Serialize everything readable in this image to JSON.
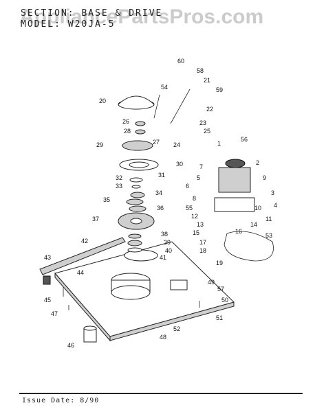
{
  "header": {
    "section_line": "SECTION: BASE & DRIVE",
    "model_line": "MODEL: W20JA-5"
  },
  "watermark": "AppliancePartsPros.com",
  "footer": {
    "issue_date": "Issue Date: 8/90"
  },
  "callouts": [
    "60",
    "58",
    "21",
    "59",
    "54",
    "20",
    "22",
    "26",
    "23",
    "25",
    "28",
    "27",
    "24",
    "29",
    "1",
    "56",
    "30",
    "2",
    "7",
    "32",
    "31",
    "9",
    "33",
    "34",
    "5",
    "6",
    "3",
    "35",
    "36",
    "8",
    "10",
    "4",
    "55",
    "11",
    "37",
    "12",
    "14",
    "38",
    "13",
    "16",
    "15",
    "42",
    "39",
    "53",
    "40",
    "17",
    "41",
    "18",
    "43",
    "19",
    "44",
    "49",
    "57",
    "45",
    "50",
    "47",
    "51",
    "52",
    "48",
    "46"
  ]
}
